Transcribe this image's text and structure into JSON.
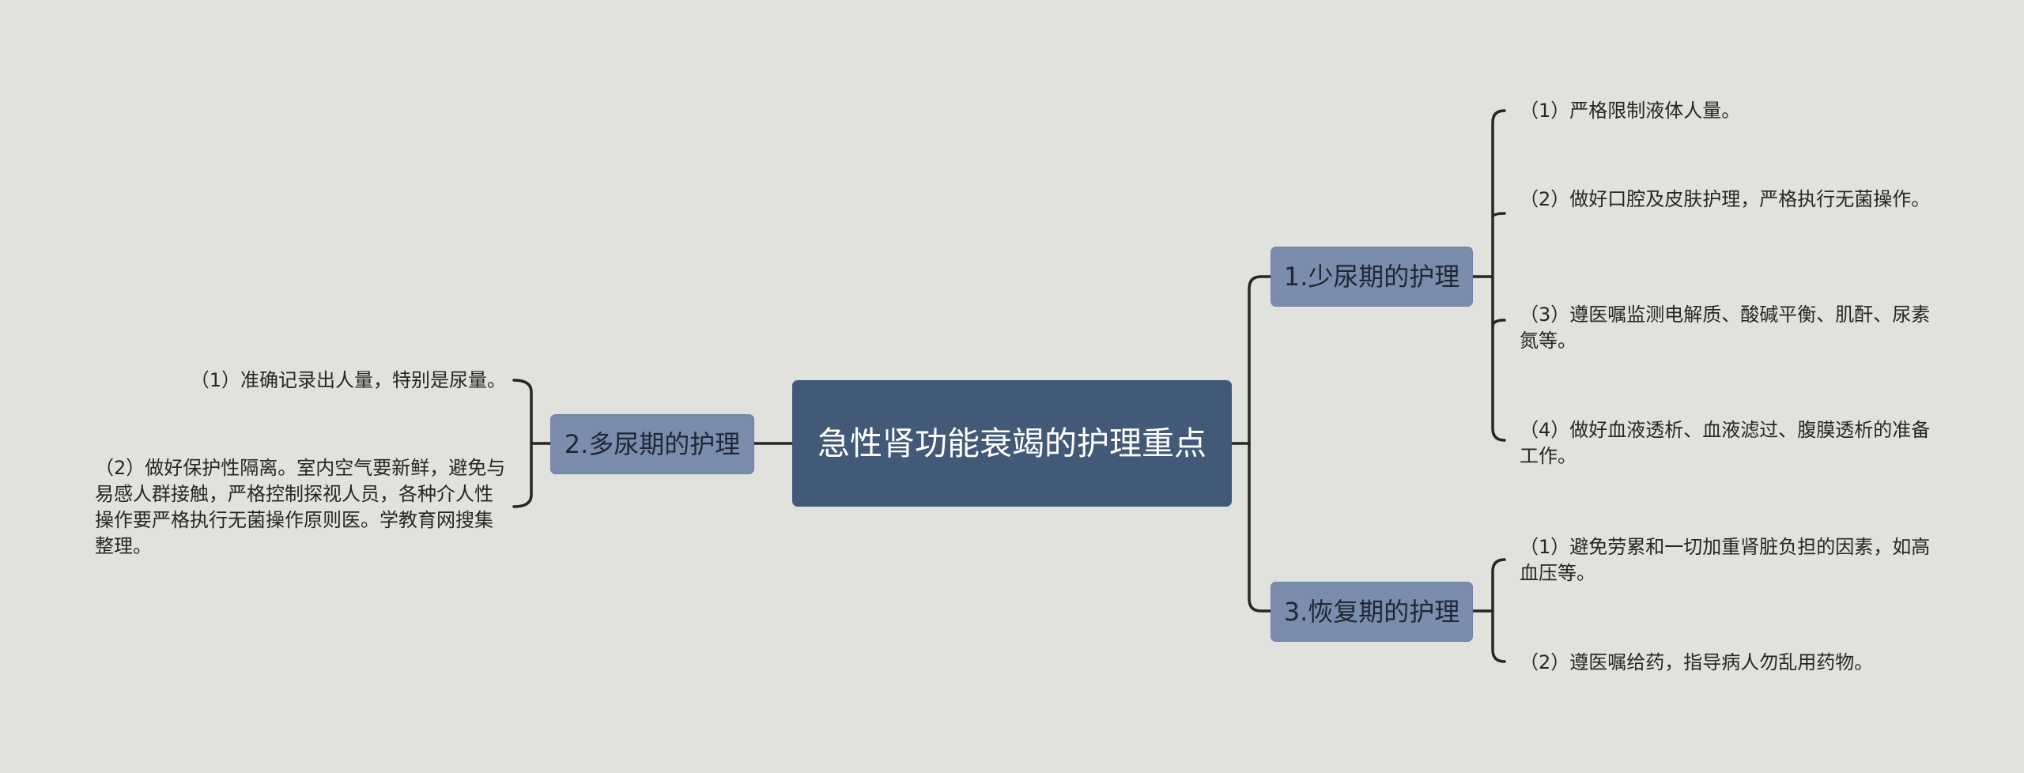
{
  "mindmap": {
    "root": "急性肾功能衰竭的护理重点",
    "branches": [
      {
        "label": "1.少尿期的护理",
        "items": [
          "（1）严格限制液体人量。",
          "（2）做好口腔及皮肤护理，严格执行无菌操作。",
          "（3）遵医嘱监测电解质、酸碱平衡、肌酐、尿素氮等。",
          "（4）做好血液透析、血液滤过、腹膜透析的准备工作。"
        ]
      },
      {
        "label": "2.多尿期的护理",
        "items": [
          "（1）准确记录出人量，特别是尿量。",
          "（2）做好保护性隔离。室内空气要新鲜，避免与易感人群接触，严格控制探视人员，各种介人性操作要严格执行无菌操作原则医。学教育网搜集整理。"
        ]
      },
      {
        "label": "3.恢复期的护理",
        "items": [
          "（1）避免劳累和一切加重肾脏负担的因素，如高血压等。",
          "（2）遵医嘱给药，指导病人勿乱用药物。"
        ]
      }
    ]
  },
  "colors": {
    "background": "#e1e1dd",
    "root_fill": "#425a78",
    "branch_fill": "#7a8dad",
    "connector": "#262626"
  }
}
